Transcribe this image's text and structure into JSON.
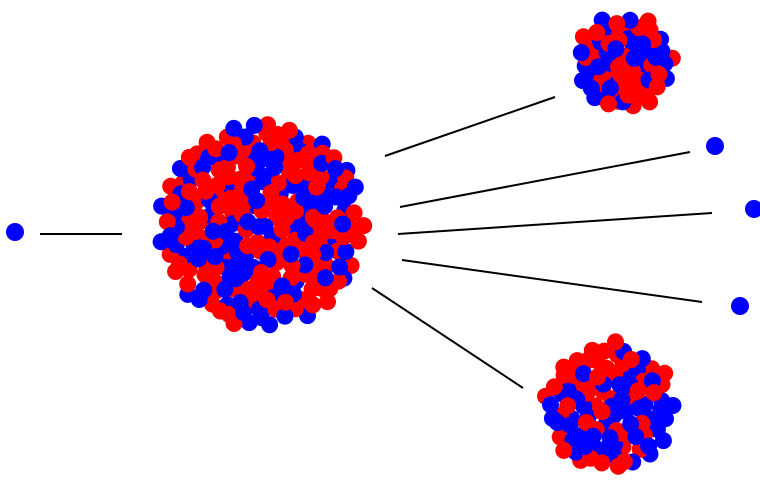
{
  "colors": {
    "proton": "#ff0000",
    "neutron": "#0000ff",
    "line": "#000000",
    "background": "#ffffff"
  },
  "nodes": [
    {
      "name": "incoming-neutron",
      "type": "free-neutron"
    },
    {
      "name": "target-nucleus",
      "type": "nucleus",
      "particle_count": 240
    },
    {
      "name": "fission-fragment-top",
      "type": "nucleus",
      "particle_count": 70
    },
    {
      "name": "fission-fragment-bottom",
      "type": "nucleus",
      "particle_count": 95
    },
    {
      "name": "emitted-neutron-1",
      "type": "free-neutron"
    },
    {
      "name": "emitted-neutron-2",
      "type": "free-neutron"
    },
    {
      "name": "emitted-neutron-3",
      "type": "free-neutron"
    }
  ]
}
